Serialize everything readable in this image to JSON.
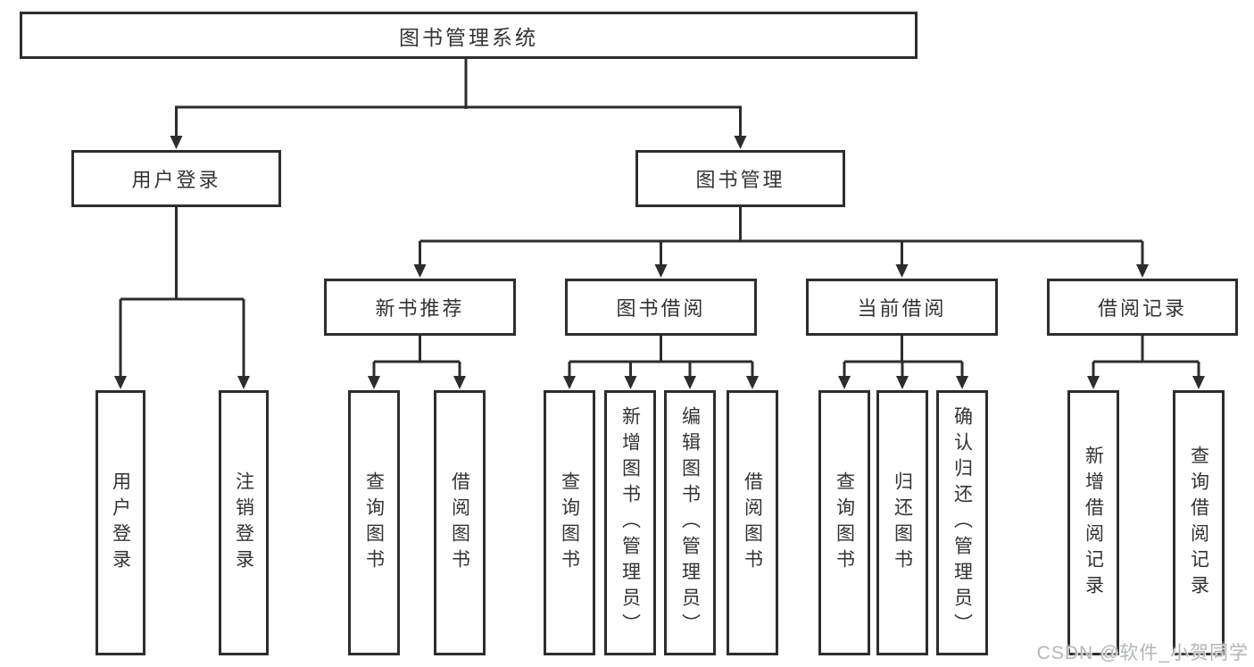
{
  "root": {
    "label": "图书管理系统"
  },
  "branches": [
    {
      "label": "用户登录",
      "children": [
        {
          "label": "用户登录"
        },
        {
          "label": "注销登录"
        }
      ]
    },
    {
      "label": "图书管理",
      "children": [
        {
          "label": "新书推荐",
          "children": [
            {
              "label": "查询图书"
            },
            {
              "label": "借阅图书"
            }
          ]
        },
        {
          "label": "图书借阅",
          "children": [
            {
              "label": "查询图书"
            },
            {
              "label": "新增图书（管理员）"
            },
            {
              "label": "编辑图书（管理员）"
            },
            {
              "label": "借阅图书"
            }
          ]
        },
        {
          "label": "当前借阅",
          "children": [
            {
              "label": "查询图书"
            },
            {
              "label": "归还图书"
            },
            {
              "label": "确认归还（管理员）"
            }
          ]
        },
        {
          "label": "借阅记录",
          "children": [
            {
              "label": "新增借阅记录"
            },
            {
              "label": "查询借阅记录"
            }
          ]
        }
      ]
    }
  ],
  "watermark": {
    "text": "CSDN @软件_小贺同学"
  },
  "colors": {
    "line": "#2d2d2d",
    "box_border": "#2d2d2d",
    "text": "#333333",
    "background": "#ffffff",
    "watermark": "#b3b6b9"
  }
}
